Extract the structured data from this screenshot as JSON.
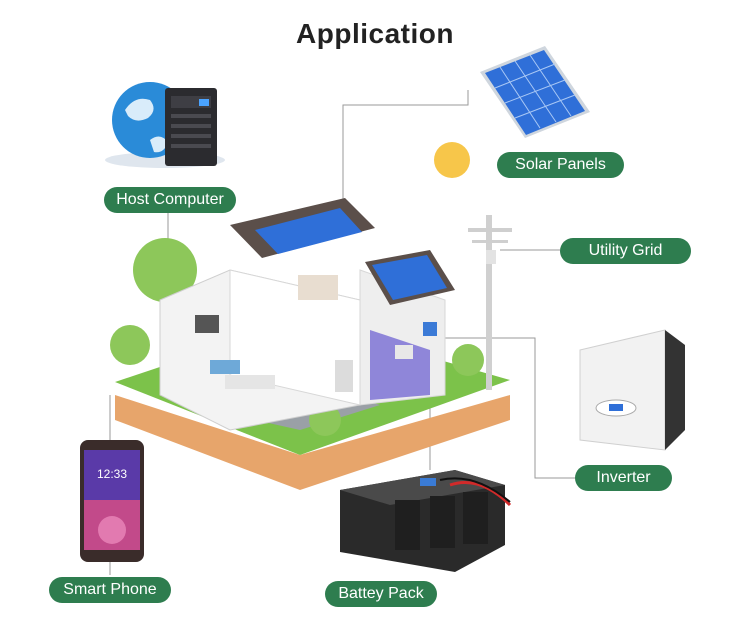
{
  "title": "Application",
  "labels": {
    "host_computer": "Host Computer",
    "solar_panels": "Solar Panels",
    "utility_grid": "Utility Grid",
    "inverter": "Inverter",
    "smart_phone": "Smart Phone",
    "battery_pack": "Battey Pack"
  },
  "phone": {
    "time": "12:33"
  },
  "colors": {
    "label_bg": "#2e7d4f",
    "grass": "#7cc24a",
    "soil": "#e7a56b",
    "sun": "#f7c64a",
    "panel": "#2f6fd8"
  }
}
